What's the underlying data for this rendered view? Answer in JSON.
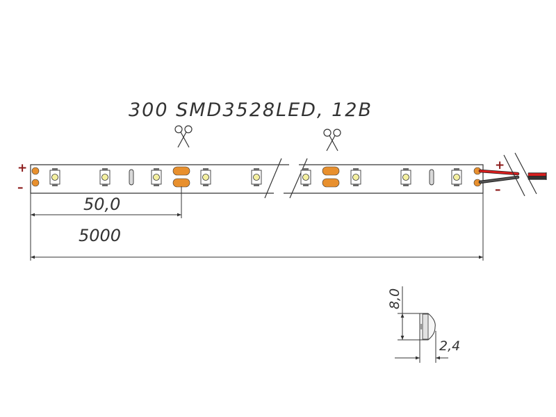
{
  "title": "300 SMD3528LED, 12B",
  "polarity": {
    "plus": "+",
    "minus": "–"
  },
  "dimensions": {
    "segment_length": "50,0",
    "total_length": "5000",
    "height": "8,0",
    "thickness": "2,4"
  },
  "icons": {
    "cut_mark": "scissors-icon"
  },
  "colors": {
    "line": "#333333",
    "led_body": "#f4f0a0",
    "led_dark": "#6a6a6a",
    "pad": "#e8902e",
    "wire_red": "#d81e1e",
    "wire_black": "#222222",
    "polarity": "#8b1a1a"
  }
}
